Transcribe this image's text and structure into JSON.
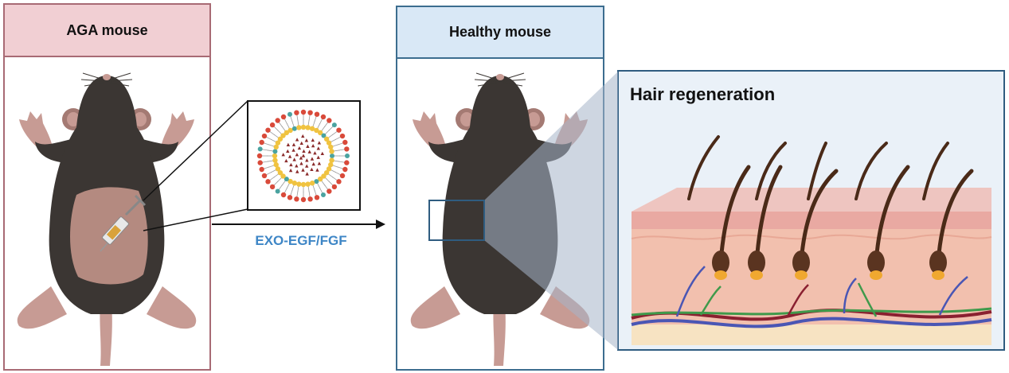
{
  "aga_panel": {
    "title": "AGA mouse"
  },
  "healthy_panel": {
    "title": "Healthy mouse"
  },
  "regen_panel": {
    "title": "Hair regeneration"
  },
  "treatment": {
    "label": "EXO-EGF/FGF"
  },
  "colors": {
    "aga_border": "#a86a74",
    "aga_header": "#f1cfd3",
    "healthy_border": "#3c6d8f",
    "healthy_header": "#d9e8f6",
    "regen_bg": "#eaf1f8",
    "mouse_fur": "#3b3633",
    "bald_skin": "#b48a80",
    "mouse_skin_pink": "#c79b94",
    "label_blue": "#3e86c6",
    "vesicle_red": "#d94a3a",
    "vesicle_yellow": "#f0c340",
    "hair": "#4a2a18",
    "vessel_red": "#8a2030",
    "vessel_blue": "#4a56b4",
    "vessel_green": "#3f9a4b"
  },
  "icons": [
    "syringe-icon",
    "exosome-icon",
    "mouse-illustration",
    "skin-cross-section"
  ]
}
